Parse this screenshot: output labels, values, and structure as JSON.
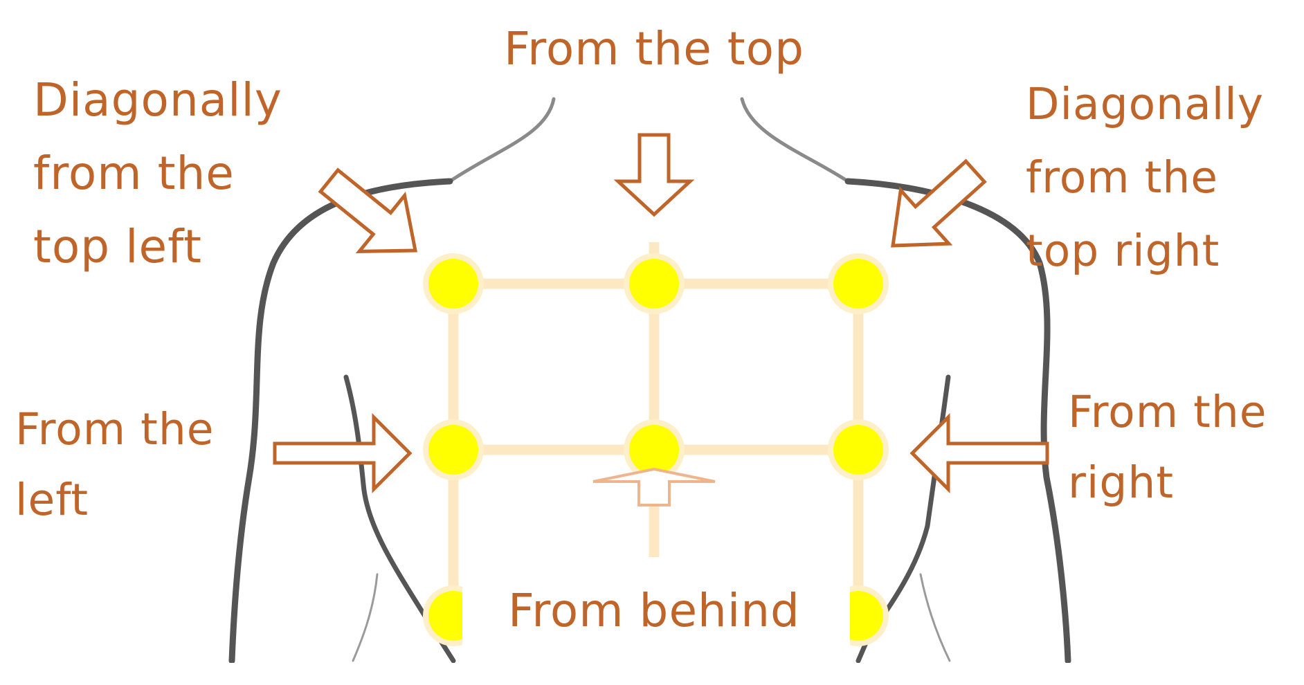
{
  "colors": {
    "label_text": "#C0652A",
    "arrow_stroke": "#C0652A",
    "arrow_behind_stroke": "#F0B48C",
    "grid_line": "#FCE9C4",
    "point_fill": "#FFFF00",
    "point_halo": "#FDF0C8",
    "body_outline": "#555555",
    "body_detail": "#9A9A9A"
  },
  "directions": {
    "top": "From the top",
    "top_left": "Diagonally\nfrom the\ntop left",
    "top_right": "Diagonally\nfrom the\ntop right",
    "left": "From the\nleft",
    "right": "From the\nright",
    "behind": "From behind"
  },
  "icons": {
    "arrow": "hollow-arrow-icon",
    "point": "contact-point-icon"
  }
}
